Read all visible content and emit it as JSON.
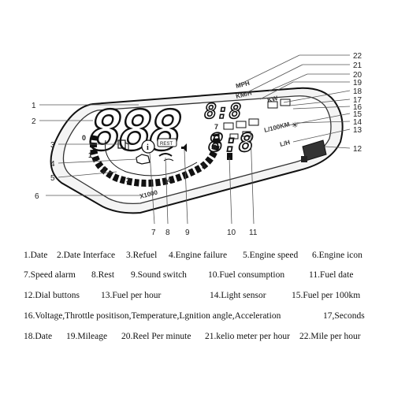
{
  "callouts": {
    "left": [
      "1",
      "2",
      "3",
      "4",
      "5",
      "6"
    ],
    "bottom": [
      "7",
      "8",
      "9",
      "10",
      "11"
    ],
    "right": [
      "22",
      "21",
      "20",
      "19",
      "18",
      "17",
      "16",
      "15",
      "14",
      "13",
      "12"
    ]
  },
  "display": {
    "dial_numbers": [
      "0",
      "1",
      "2",
      "3",
      "4",
      "5",
      "6",
      "7"
    ],
    "unit_kmh": "KM/H",
    "unit_mph": "MPH",
    "unit_kw": "KW",
    "unit_l100km": "L/100KM",
    "unit_lh": "L/H",
    "unit_x1000": "X1000",
    "speed_digits": "888",
    "small_digits": "8:8",
    "big_digits": "8:8",
    "rest_label": "REST"
  },
  "legend": {
    "rows": [
      [
        "1.Date",
        "2.Date Interface",
        "3.Refuel",
        "4.Engine failure",
        "5.Engine speed",
        "6.Engine icon"
      ],
      [
        "7.Speed alarm",
        "8.Rest",
        "9.Sound switch",
        "10.Fuel consumption",
        "11.Fuel date"
      ],
      [
        "12.Dial buttons",
        "13.Fuel per hour",
        "14.Light sensor",
        "15.Fuel per 100km"
      ],
      [
        "16.Voltage,Throttle positison,Temperature,Lgnition angle,Acceleration",
        "17,Seconds"
      ],
      [
        "18.Date",
        "19.Mileage",
        "20.Reel Per minute",
        "21.kelio meter per hour",
        "22.Mile per hour"
      ]
    ]
  }
}
